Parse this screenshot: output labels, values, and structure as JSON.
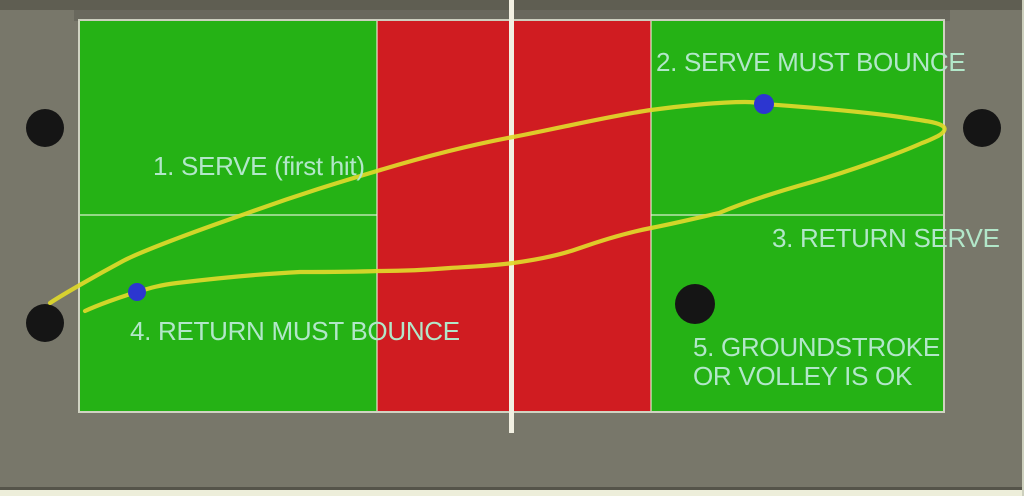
{
  "labels": {
    "serve": "1. SERVE (first hit)",
    "serve_bounce": "2. SERVE MUST BOUNCE",
    "return_serve": "3. RETURN SERVE",
    "return_bounce": "4. RETURN MUST BOUNCE",
    "groundstroke": "5. GROUNDSTROKE OR VOLLEY IS OK"
  },
  "colors": {
    "background": "#78776a",
    "top_band": "#5f5e52",
    "court_green": "#25b215",
    "kitchen_red": "#d01c21",
    "court_line": "#eef2e0",
    "net_line": "#f2f0e2",
    "ball_path": "#dfd92b",
    "bounce_marker_blue": "#2c36d0",
    "player_marker_black": "#151515",
    "label_text": "#b2e7c9",
    "bottom_strip": "#edeeda"
  },
  "markers": {
    "players": [
      "player-left-top",
      "player-left-bottom",
      "player-right",
      "player-on-court"
    ],
    "bounces": [
      "serve-bounce-point",
      "return-bounce-point"
    ]
  }
}
